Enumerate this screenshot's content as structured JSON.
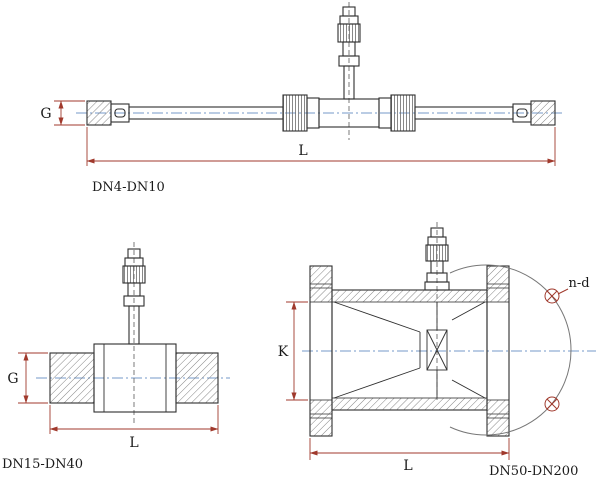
{
  "figure": {
    "type": "technical-drawing",
    "subject": "turbine-flow-meter-dimension-views",
    "background": "#ffffff",
    "colors": {
      "outline": "#2f2f2f",
      "dimension": "#a0392c",
      "centerline": "#4a7ab8",
      "hatch": "#787878",
      "label": "#1a1a1a"
    },
    "views": {
      "dn4_dn10": {
        "caption": "DN4-DN10",
        "labels": {
          "thread_size": "G",
          "length": "L"
        }
      },
      "dn15_dn40": {
        "caption": "DN15-DN40",
        "labels": {
          "thread_size": "G",
          "length": "L"
        }
      },
      "dn50_dn200": {
        "caption": "DN50-DN200",
        "labels": {
          "flange_k": "K",
          "length": "L",
          "bolt_holes": "n-d"
        }
      }
    }
  }
}
